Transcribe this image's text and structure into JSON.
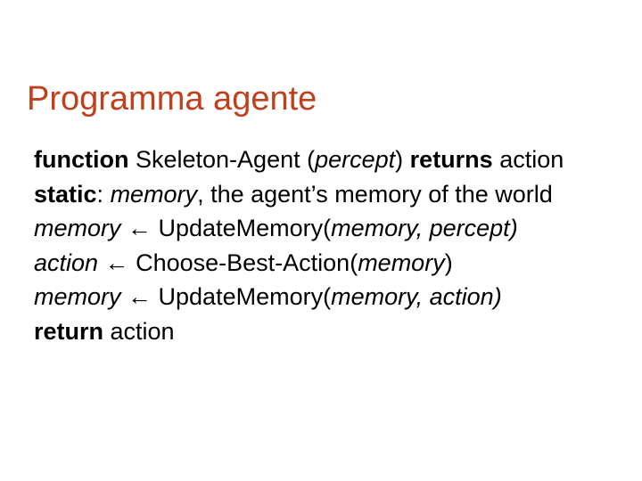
{
  "slide": {
    "title": "Programma agente",
    "title_color": "#c0401e",
    "background_color": "#ffffff",
    "text_color": "#000000"
  },
  "pseudocode": {
    "arrow_glyph": "←",
    "lines": [
      {
        "id": "signature",
        "tokens": [
          {
            "style": "bold",
            "text": "function"
          },
          {
            "style": "roman",
            "text": " Skeleton-Agent ("
          },
          {
            "style": "italic",
            "text": "percept"
          },
          {
            "style": "roman",
            "text": ") "
          },
          {
            "style": "bold",
            "text": "returns"
          },
          {
            "style": "roman",
            "text": " action"
          }
        ]
      },
      {
        "id": "static-declaration",
        "tokens": [
          {
            "style": "bold",
            "text": "static"
          },
          {
            "style": "roman",
            "text": ": "
          },
          {
            "style": "italic",
            "text": "memory"
          },
          {
            "style": "roman",
            "text": ", the agent’s memory of the world"
          }
        ]
      },
      {
        "id": "update-memory-percept",
        "tokens": [
          {
            "style": "italic",
            "text": "memory"
          },
          {
            "style": "arrow",
            "text": " ← "
          },
          {
            "style": "roman",
            "text": "UpdateMemory("
          },
          {
            "style": "italic",
            "text": "memory"
          },
          {
            "style": "italic",
            "text": ", "
          },
          {
            "style": "italic",
            "text": "percept"
          },
          {
            "style": "italic",
            "text": ")"
          }
        ]
      },
      {
        "id": "choose-best-action",
        "tokens": [
          {
            "style": "italic",
            "text": "action"
          },
          {
            "style": "arrow",
            "text": " ← "
          },
          {
            "style": "roman",
            "text": "Choose-Best-Action("
          },
          {
            "style": "italic",
            "text": "memory"
          },
          {
            "style": "roman",
            "text": ")"
          }
        ]
      },
      {
        "id": "update-memory-action",
        "tokens": [
          {
            "style": "italic",
            "text": "memory"
          },
          {
            "style": "arrow",
            "text": " ← "
          },
          {
            "style": "roman",
            "text": "UpdateMemory("
          },
          {
            "style": "italic",
            "text": "memory"
          },
          {
            "style": "italic",
            "text": ", "
          },
          {
            "style": "italic",
            "text": "action"
          },
          {
            "style": "italic",
            "text": ")"
          }
        ]
      },
      {
        "id": "return-statement",
        "tokens": [
          {
            "style": "bold",
            "text": "return"
          },
          {
            "style": "roman",
            "text": " action"
          }
        ]
      }
    ]
  }
}
